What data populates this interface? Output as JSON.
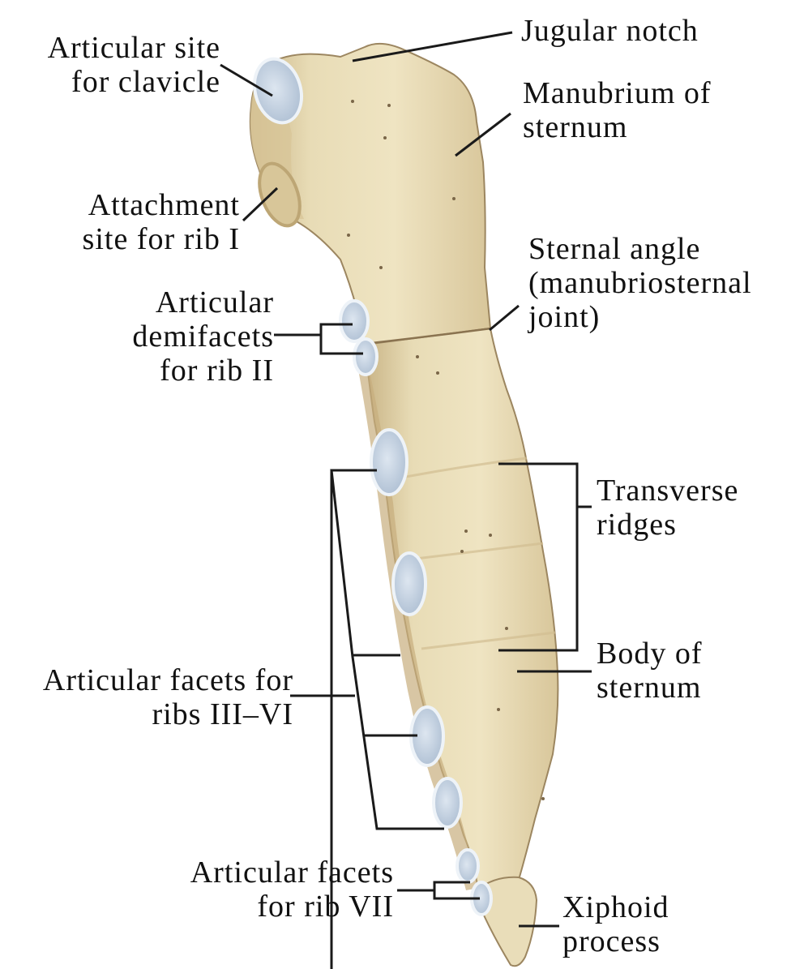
{
  "labels": {
    "articular_site_clavicle": [
      "Articular site",
      "for clavicle"
    ],
    "jugular_notch": [
      "Jugular notch"
    ],
    "manubrium": [
      "Manubrium of",
      "sternum"
    ],
    "attachment_rib1": [
      "Attachment",
      "site for rib I"
    ],
    "sternal_angle": [
      "Sternal angle",
      "(manubriosternal",
      "joint)"
    ],
    "demifacets_rib2": [
      "Articular",
      "demifacets",
      "for rib II"
    ],
    "transverse_ridges": [
      "Transverse",
      "ridges"
    ],
    "facets_ribs_3_6": [
      "Articular facets for",
      "ribs III–VI"
    ],
    "body_sternum": [
      "Body of",
      "sternum"
    ],
    "facets_rib7": [
      "Articular facets",
      "for rib VII"
    ],
    "xiphoid": [
      "Xiphoid",
      "process"
    ]
  },
  "colors": {
    "bone": "#e6d9b2",
    "bone_shadow": "#cdb98c",
    "bone_dark": "#b39b6b",
    "facet": "#c9d6e6",
    "facet_rim": "#eef3f8",
    "line": "#1a1a1a"
  }
}
